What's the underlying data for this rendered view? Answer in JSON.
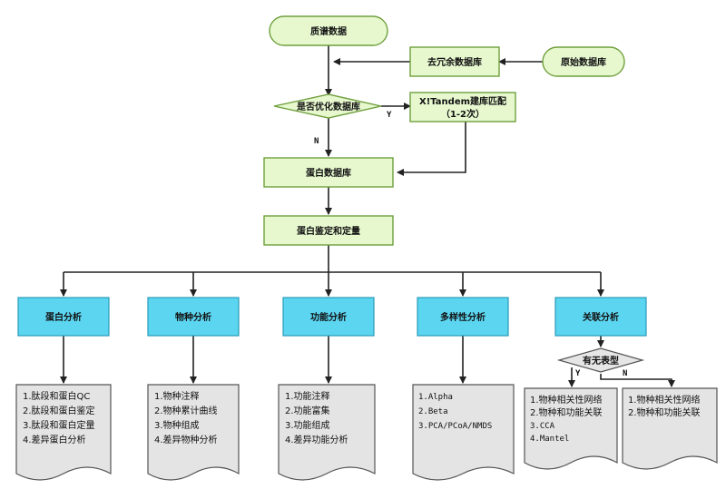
{
  "nodes": {
    "ms_data": "质谱数据",
    "dedup_db": "去冗余数据库",
    "raw_db": "原始数据库",
    "optimize_q": "是否优化数据库",
    "xtandem_line1": "X!Tandem建库匹配",
    "xtandem_line2": "（1-2次）",
    "protein_db": "蛋白数据库",
    "protein_id_quant": "蛋白鉴定和定量",
    "protein_analysis": "蛋白分析",
    "species_analysis": "物种分析",
    "function_analysis": "功能分析",
    "diversity_analysis": "多样性分析",
    "association_analysis": "关联分析",
    "phenotype_q": "有无表型"
  },
  "edge_labels": {
    "yes": "Y",
    "no": "N",
    "yes2": "Y",
    "no2": "N"
  },
  "docs": {
    "protein": [
      "1.肽段和蛋白QC",
      "2.肽段和蛋白鉴定",
      "3.肽段和蛋白定量",
      "4.差异蛋白分析"
    ],
    "species": [
      "1.物种注释",
      "2.物种累计曲线",
      "3.物种组成",
      "4.差异物种分析"
    ],
    "function": [
      "1.功能注释",
      "2.功能富集",
      "3.功能组成",
      "4.差异功能分析"
    ],
    "diversity": [
      "1.Alpha",
      "2.Beta",
      "3.PCA/PCoA/NMDS"
    ],
    "assoc_yes": [
      "1.物种相关性网络",
      "2.物种和功能关联",
      "3.CCA",
      "4.Mantel"
    ],
    "assoc_no": [
      "1.物种相关性网络",
      "2.物种和功能关联"
    ]
  },
  "colors": {
    "green_fill": "#e7f8cf",
    "green_stroke": "#6f9f3d",
    "cyan_fill": "#5bd5f0",
    "cyan_stroke": "#2a9bb8",
    "doc_fill": "#e4e4e4",
    "doc_stroke": "#555555",
    "diamond_fill": "#e6e6e6",
    "line": "#222222"
  }
}
